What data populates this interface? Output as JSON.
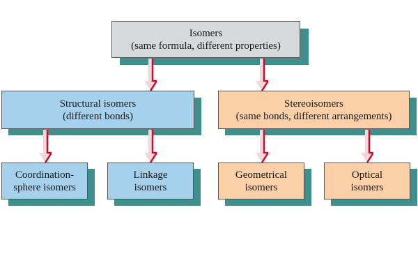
{
  "colors": {
    "root_fill": "#d7d9dd",
    "structural_fill": "#a6d1ec",
    "stereo_fill": "#fbcfa8",
    "shadow": "#3f8f8c",
    "arrow_stem": "#f4d7d7",
    "arrow_edge": "#c8102e"
  },
  "nodes": {
    "root": {
      "line1": "Isomers",
      "line2": "(same formula, different properties)"
    },
    "structural": {
      "line1": "Structural isomers",
      "line2": "(different bonds)"
    },
    "stereo": {
      "line1": "Stereoisomers",
      "line2": "(same bonds, different arrangements)"
    },
    "coordination": {
      "line1": "Coordination-",
      "line2": "sphere isomers"
    },
    "linkage": {
      "line1": "Linkage",
      "line2": "isomers"
    },
    "geometrical": {
      "line1": "Geometrical",
      "line2": "isomers"
    },
    "optical": {
      "line1": "Optical",
      "line2": "isomers"
    }
  },
  "edges": [
    {
      "from": "root",
      "to": "structural"
    },
    {
      "from": "root",
      "to": "stereo"
    },
    {
      "from": "structural",
      "to": "coordination"
    },
    {
      "from": "structural",
      "to": "linkage"
    },
    {
      "from": "stereo",
      "to": "geometrical"
    },
    {
      "from": "stereo",
      "to": "optical"
    }
  ]
}
